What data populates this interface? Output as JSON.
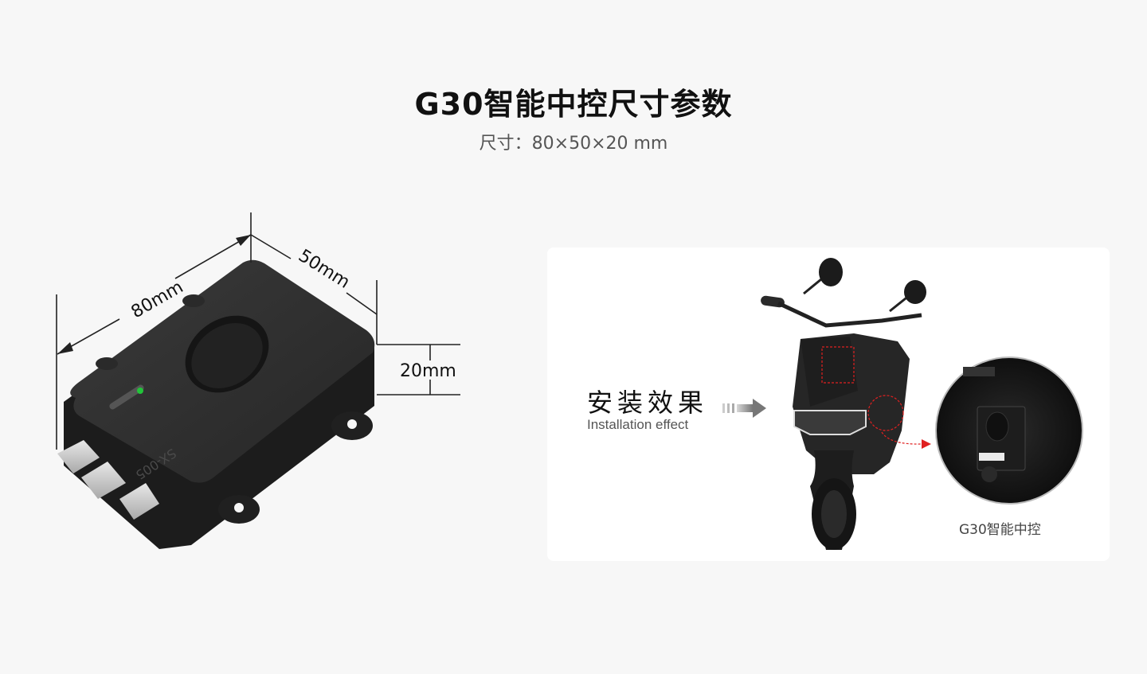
{
  "header": {
    "title": "G30智能中控尺寸参数",
    "subtitle": "尺寸：80×50×20 mm"
  },
  "product": {
    "dimensions": {
      "length": "80mm",
      "width": "50mm",
      "height": "20mm"
    },
    "model_label": "SX-005",
    "led_color": "#22c43a",
    "body_color": "#2b2b2b"
  },
  "installation_card": {
    "title": "安装效果",
    "subtitle": "Installation effect",
    "caption": "G30智能中控",
    "highlight_color": "#e02020"
  }
}
